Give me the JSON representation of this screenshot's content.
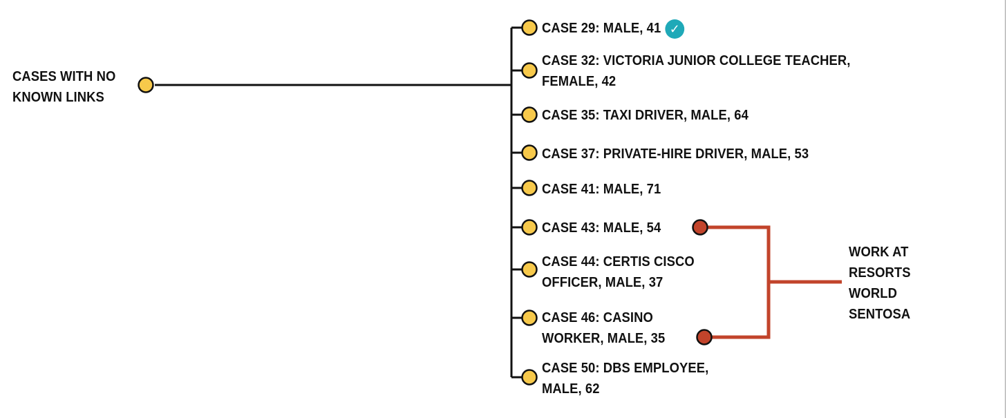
{
  "colors": {
    "line": "#111111",
    "case_node": "#f7c94b",
    "link_node": "#c2442b",
    "link_line": "#c2442b",
    "check_badge": "#1fa9b8"
  },
  "root": {
    "lines": [
      "CASES WITH NO",
      "KNOWN LINKS"
    ]
  },
  "cases": [
    {
      "lines": [
        "CASE 29: MALE, 41"
      ],
      "badge_icon": "check-circle-icon",
      "badge_glyph": "✓"
    },
    {
      "lines": [
        "CASE 32: VICTORIA JUNIOR COLLEGE TEACHER,",
        "FEMALE, 42"
      ]
    },
    {
      "lines": [
        "CASE 35: TAXI DRIVER, MALE, 64"
      ]
    },
    {
      "lines": [
        "CASE 37: PRIVATE-HIRE DRIVER, MALE, 53"
      ]
    },
    {
      "lines": [
        "CASE 41: MALE, 71"
      ]
    },
    {
      "lines": [
        "CASE 43: MALE, 54"
      ]
    },
    {
      "lines": [
        "CASE 44: CERTIS CISCO",
        "OFFICER, MALE, 37"
      ]
    },
    {
      "lines": [
        "CASE 46: CASINO",
        "WORKER, MALE, 35"
      ]
    },
    {
      "lines": [
        "CASE 50: DBS EMPLOYEE,",
        "MALE, 62"
      ]
    }
  ],
  "cluster": {
    "lines": [
      "WORK AT",
      "RESORTS",
      "WORLD",
      "SENTOSA"
    ]
  }
}
